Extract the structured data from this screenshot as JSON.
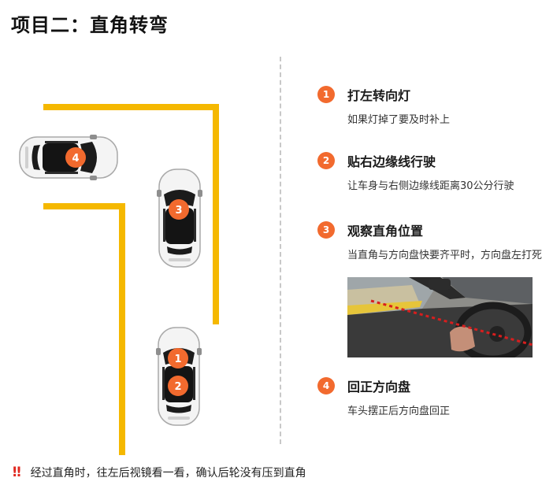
{
  "page": {
    "title": "项目二：直角转弯"
  },
  "diagram": {
    "lane_color": "#f5b800",
    "badge_color": "#f26a2e",
    "cars": [
      {
        "label": "4"
      },
      {
        "label": "3"
      },
      {
        "label": "1"
      },
      {
        "label": "2"
      }
    ]
  },
  "steps": [
    {
      "num": "1",
      "title": "打左转向灯",
      "desc": "如果灯掉了要及时补上"
    },
    {
      "num": "2",
      "title": "贴右边缘线行驶",
      "desc": "让车身与右侧边缘线距离30公分行驶"
    },
    {
      "num": "3",
      "title": "观察直角位置",
      "desc": "当直角与方向盘快要齐平时，方向盘左打死"
    },
    {
      "num": "4",
      "title": "回正方向盘",
      "desc": "车头摆正后方向盘回正"
    }
  ],
  "photo": {
    "line_color": "#d81e1e"
  },
  "warning": {
    "icon": "double-exclamation-icon",
    "text": "经过直角时，往左后视镜看一看，确认后轮没有压到直角"
  }
}
